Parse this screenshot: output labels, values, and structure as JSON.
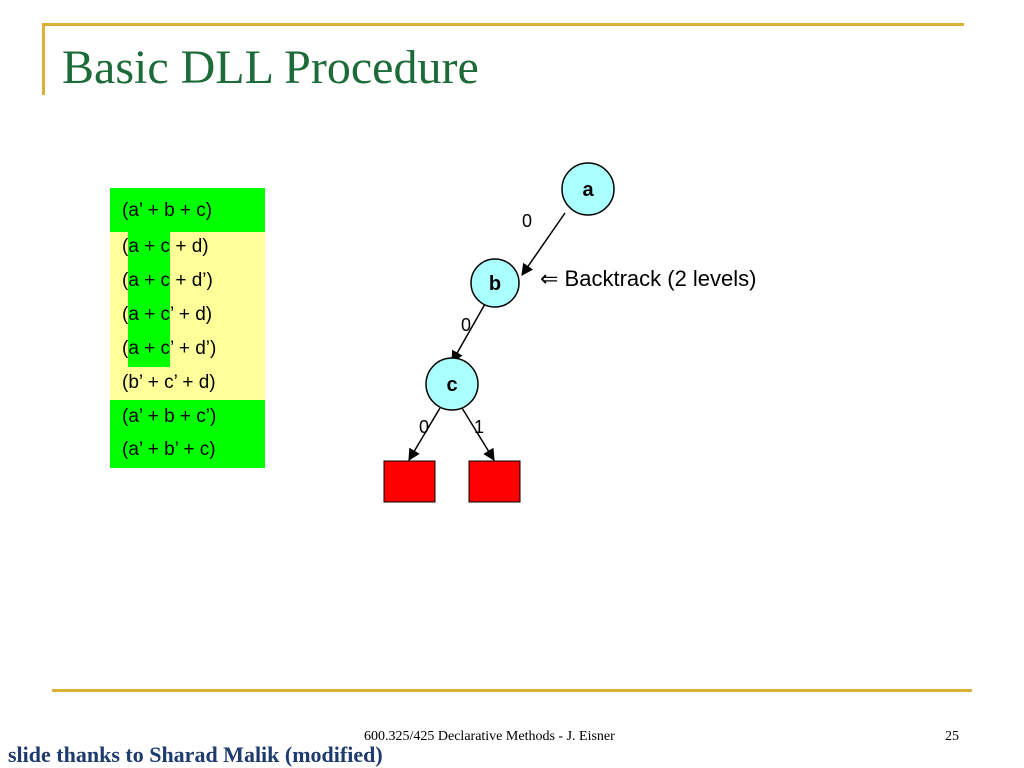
{
  "slide": {
    "title": "Basic DLL Procedure",
    "footer_center": "600.325/425 Declarative Methods - J. Eisner",
    "page_number": "25",
    "credit": "slide thanks to Sharad Malik (modified)"
  },
  "clauses": [
    "(a’ + b + c)",
    "(a + c + d)",
    "(a + c + d’)",
    "(a + c’ + d)",
    "(a + c’ + d’)",
    "(b’ + c’ + d)",
    "(a’ + b + c’)",
    "(a’ + b’ + c)"
  ],
  "tree": {
    "nodes": {
      "a": "a",
      "b": "b",
      "c": "c"
    },
    "edges": {
      "a_b": "0",
      "b_c": "0",
      "c_left": "0",
      "c_right": "1"
    },
    "annotation": "⇐ Backtrack (2 levels)"
  },
  "colors": {
    "title": "#1d6b38",
    "frame": "#dcb036",
    "clause_box": "#ffff99",
    "satisfied": "#00ff00",
    "node": "#aaffff",
    "conflict": "#ff0000",
    "credit": "#1f3a6e"
  }
}
